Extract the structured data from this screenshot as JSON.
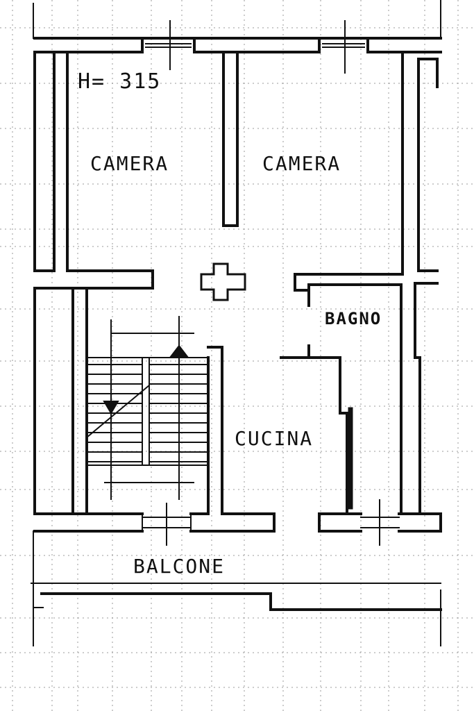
{
  "plan": {
    "height_label": "H= 315",
    "rooms": {
      "camera_left": "CAMERA",
      "camera_right": "CAMERA",
      "bagno": "BAGNO",
      "cucina": "CUCINA",
      "balcone": "BALCONE"
    },
    "colors": {
      "ink": "#111111",
      "grid": "#9a9a9a",
      "paper": "#ffffff"
    }
  }
}
